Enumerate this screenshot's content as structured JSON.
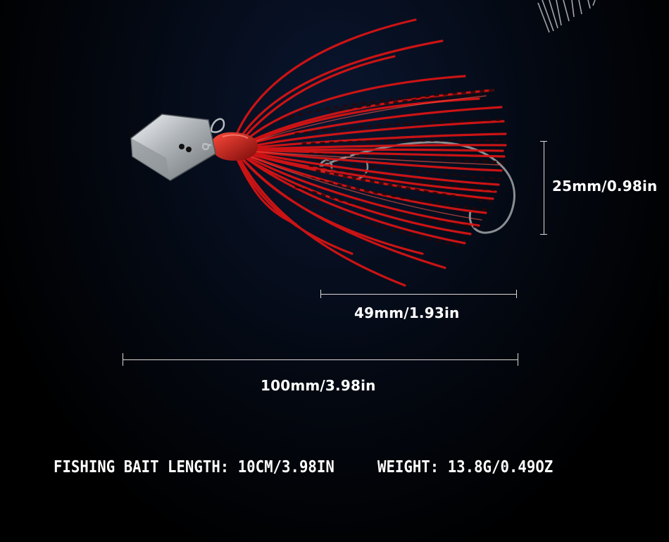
{
  "dimensions": {
    "height": "25mm/0.98in",
    "skirt_length": "49mm/1.93in",
    "total_length": "100mm/3.98in"
  },
  "specs": {
    "length": "FISHING BAIT LENGTH: 10CM/3.98IN",
    "weight": "WEIGHT: 13.8G/0.49OZ"
  },
  "colors": {
    "background": "#000000",
    "skirt": "#e81a1a",
    "skirt_speckle": "#2a0606",
    "blade": "#c8ccd0",
    "text": "#ffffff"
  }
}
